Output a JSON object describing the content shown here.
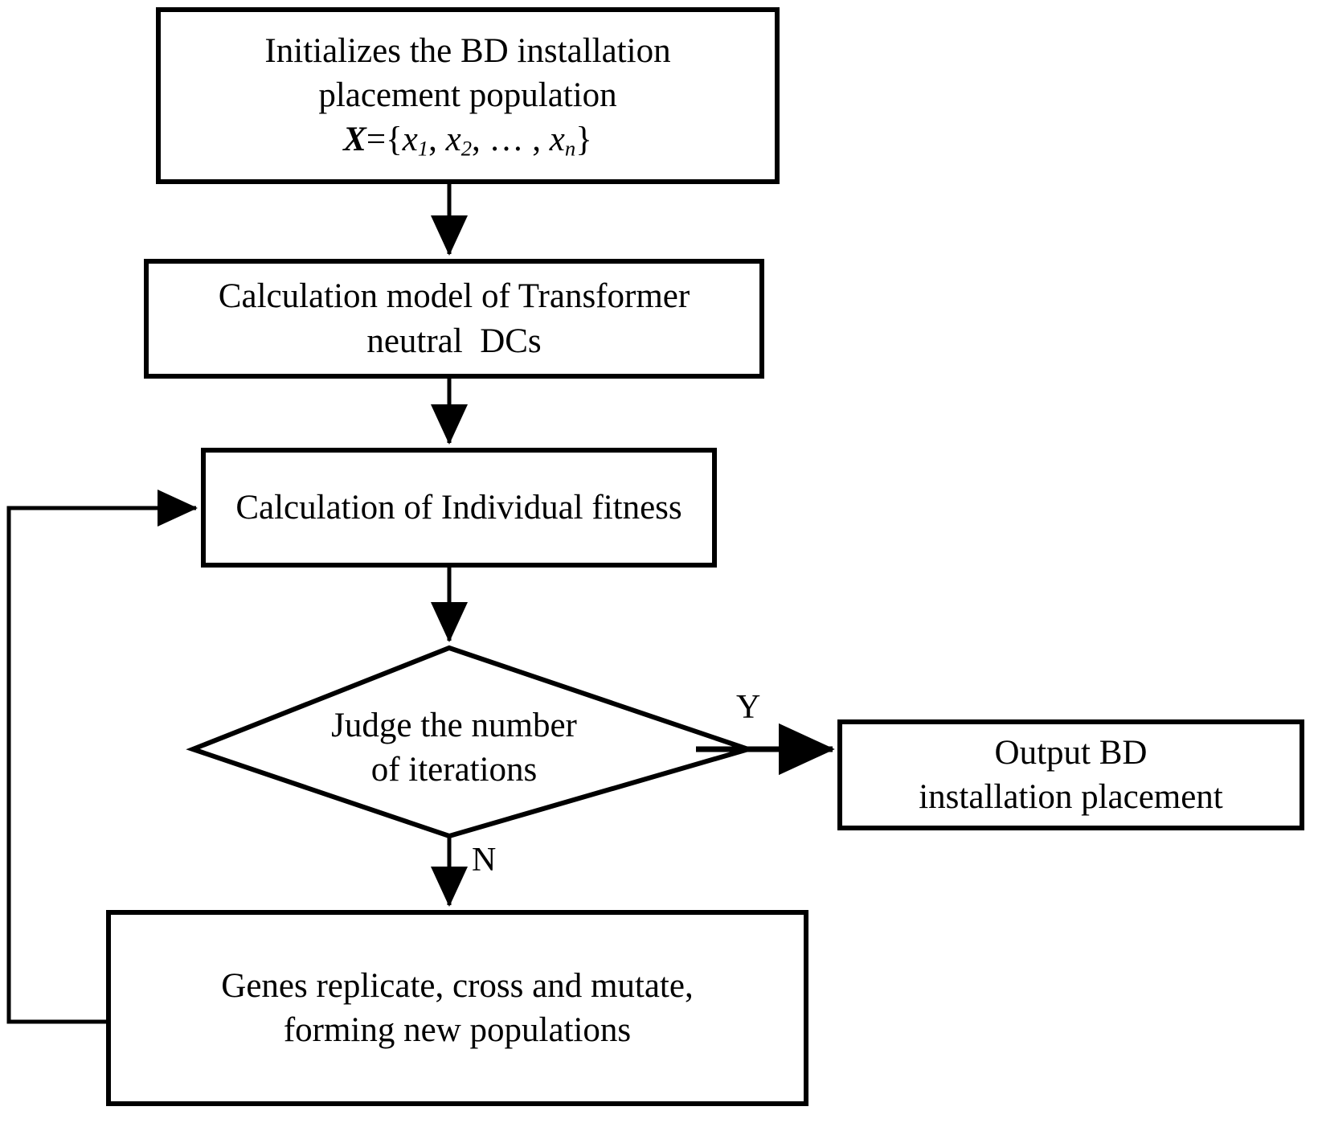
{
  "diagram": {
    "title": "BD installation placement optimization flowchart",
    "line_color": "#000000",
    "fill_color": "#ffffff",
    "nodes": [
      {
        "id": "init",
        "shape": "rectangle",
        "lines": [
          "Initializes the BD installation",
          "placement population"
        ],
        "formula_plain": "X={x1, x2, ... , xn}"
      },
      {
        "id": "model",
        "shape": "rectangle",
        "lines": [
          "Calculation model of Transformer",
          "neutral  DCs"
        ]
      },
      {
        "id": "fitness",
        "shape": "rectangle",
        "lines": [
          "Calculation of Individual fitness"
        ]
      },
      {
        "id": "judge",
        "shape": "diamond",
        "lines": [
          "Judge the number",
          "of iterations"
        ]
      },
      {
        "id": "output",
        "shape": "rectangle",
        "lines": [
          "Output BD",
          "installation placement"
        ]
      },
      {
        "id": "genes",
        "shape": "rectangle",
        "lines": [
          "Genes replicate, cross and mutate,",
          "forming new populations"
        ]
      }
    ],
    "labels": {
      "yes": "Y",
      "no": "N"
    }
  },
  "text": {
    "box1_line1": "Initializes the BD installation",
    "box1_line2": "placement population",
    "box2_line1": "Calculation model of Transformer",
    "box2_line2": "neutral  DCs",
    "box3_line1": "Calculation of Individual fitness",
    "diamond_line1": "Judge the number",
    "diamond_line2": "of iterations",
    "output_line1": "Output BD",
    "output_line2": "installation placement",
    "bottom_line1": "Genes replicate, cross and mutate,",
    "bottom_line2": "forming new populations",
    "label_y": "Y",
    "label_n": "N"
  },
  "formula": {
    "var": "X",
    "eq": "={",
    "x": "x",
    "sub1": "1",
    "sep1": ", ",
    "sub2": "2",
    "sep2": ", ",
    "dots": "…",
    "sep3": " , ",
    "subn": "n",
    "close": "}"
  }
}
